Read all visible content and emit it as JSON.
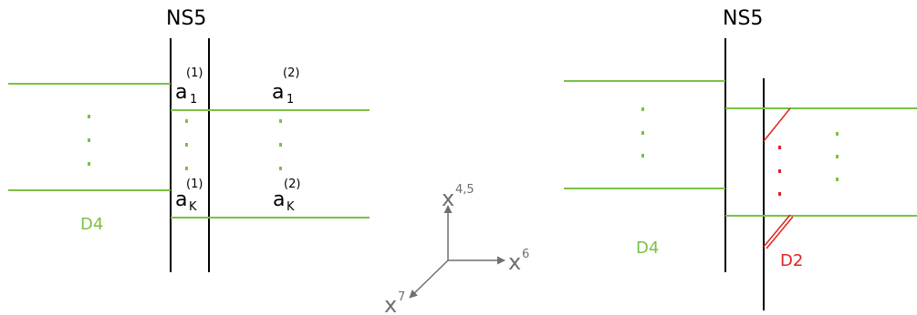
{
  "left_panel": {
    "ns5_label": "NS5",
    "d4_label": "D4",
    "labels": {
      "a_base": "a",
      "top_index": "1",
      "bottom_index": "K",
      "sup1": "(1)",
      "sup2": "(2)"
    }
  },
  "axes": {
    "up": "x",
    "up_sup": "4,5",
    "right": "x",
    "right_sup": "6",
    "diag": "x",
    "diag_sup": "7"
  },
  "right_panel": {
    "ns5_label": "NS5",
    "d4_label": "D4",
    "d2_label": "D2"
  },
  "colors": {
    "d4": "#7ac143",
    "d2": "#e0231c",
    "ns5": "#000000",
    "axis": "#6f6f6f"
  }
}
